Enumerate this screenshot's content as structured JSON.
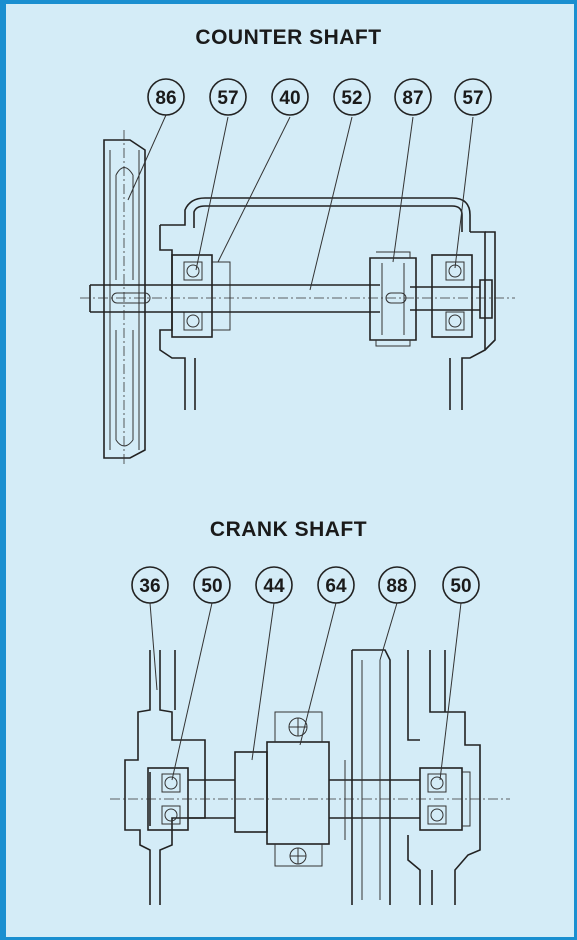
{
  "sections": [
    {
      "title": "COUNTER SHAFT",
      "callouts": [
        "86",
        "57",
        "40",
        "52",
        "87",
        "57"
      ]
    },
    {
      "title": "CRANK SHAFT",
      "callouts": [
        "36",
        "50",
        "44",
        "64",
        "88",
        "50"
      ]
    }
  ]
}
